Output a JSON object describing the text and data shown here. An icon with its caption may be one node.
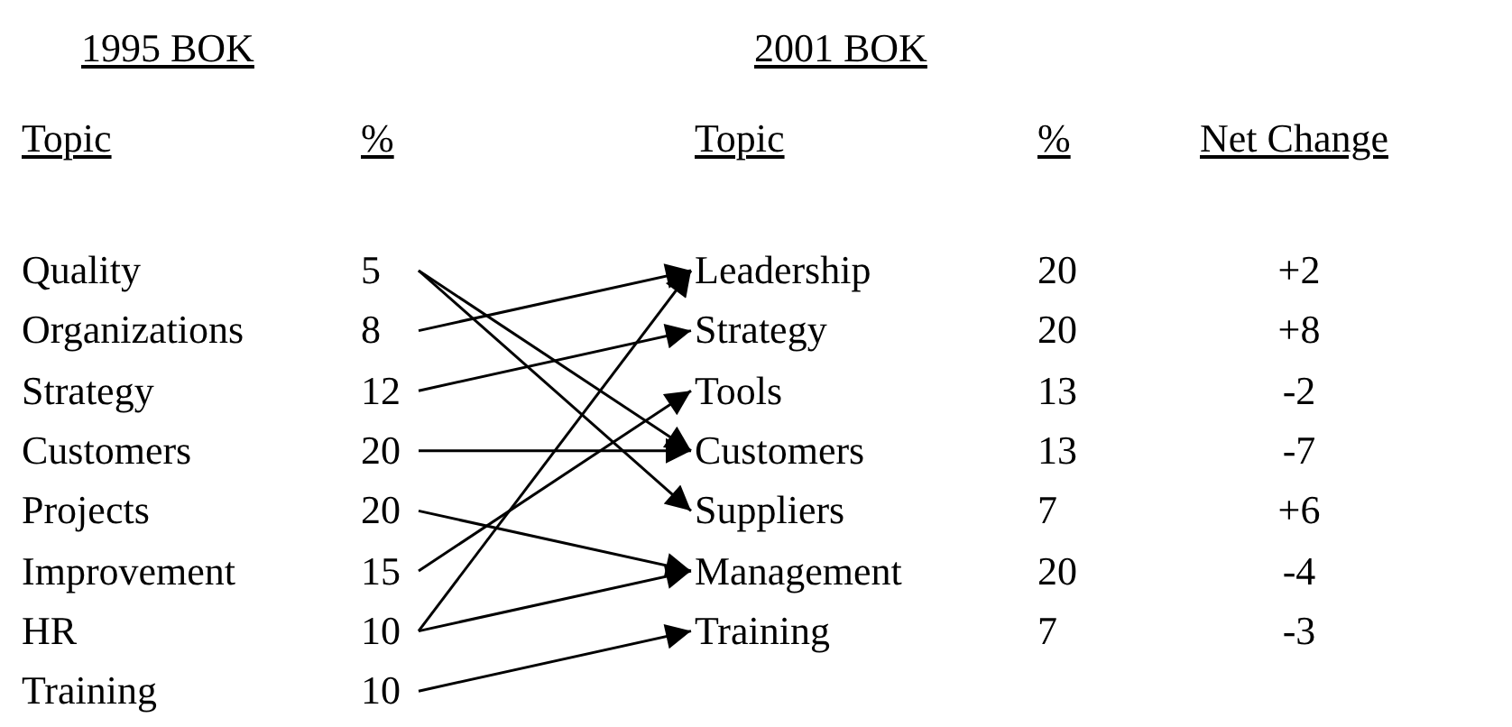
{
  "diagram": {
    "nodes": [
      {
        "text": [
          "Quality",
          "5"
        ]
      },
      {
        "text": [
          "Organizations",
          "8"
        ]
      },
      {
        "text": [
          "Strategy",
          "12"
        ]
      },
      {
        "text": [
          "Customers",
          "20"
        ]
      },
      {
        "text": [
          "Projects",
          "20"
        ]
      },
      {
        "text": [
          "Improvement",
          "15"
        ]
      },
      {
        "text": [
          "HR",
          "10"
        ]
      },
      {
        "text": [
          "Training",
          "10"
        ]
      },
      {
        "text": [
          "Leadership",
          "20",
          "+2"
        ]
      },
      {
        "text": [
          "Strategy",
          "20",
          "+8"
        ]
      },
      {
        "text": [
          "Tools",
          "13",
          "-2"
        ]
      },
      {
        "text": [
          "Customers",
          "13",
          "-7"
        ]
      },
      {
        "text": [
          "Suppliers",
          "7",
          "+6"
        ]
      },
      {
        "text": [
          "Management",
          "20",
          "-4"
        ]
      },
      {
        "text": [
          "Training",
          "7",
          "-3"
        ]
      }
    ],
    "edges": [
      {
        "from": 0,
        "to": 11,
        "arrow": "to"
      },
      {
        "from": 0,
        "to": 12,
        "arrow": "to"
      },
      {
        "from": 1,
        "to": 8,
        "arrow": "to"
      },
      {
        "from": 2,
        "to": 9,
        "arrow": "to"
      },
      {
        "from": 3,
        "to": 11,
        "arrow": "to"
      },
      {
        "from": 4,
        "to": 13,
        "arrow": "to"
      },
      {
        "from": 5,
        "to": 10,
        "arrow": "to"
      },
      {
        "from": 6,
        "to": 8,
        "arrow": "to"
      },
      {
        "from": 6,
        "to": 13,
        "arrow": "to"
      },
      {
        "from": 7,
        "to": 14,
        "arrow": "to"
      }
    ],
    "labels": [
      "1995 BOK",
      "2001 BOK",
      "Topic",
      "%",
      "Topic",
      "%",
      "Net Change"
    ]
  }
}
